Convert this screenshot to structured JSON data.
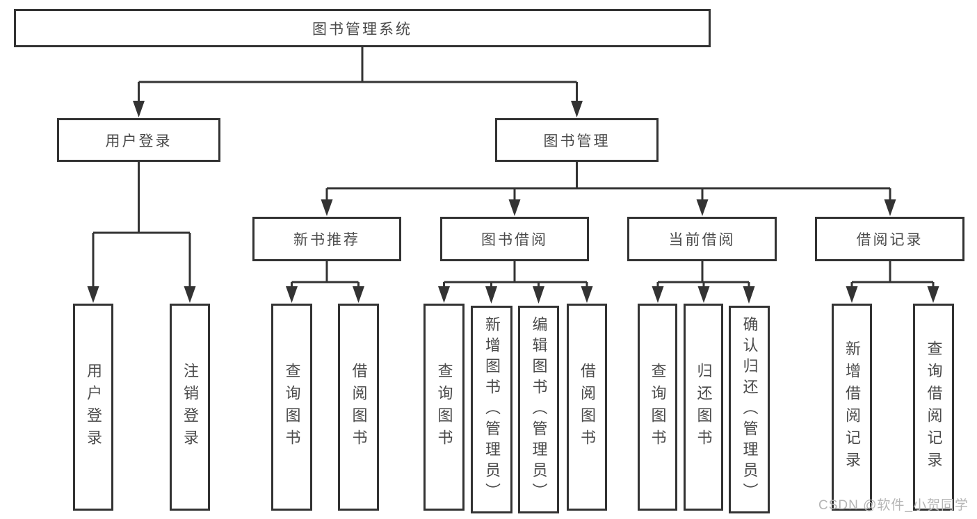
{
  "tree": {
    "root": {
      "label": "图书管理系统"
    },
    "user_login": {
      "label": "用户登录",
      "children": [
        {
          "label": "用户登录"
        },
        {
          "label": "注销登录"
        }
      ]
    },
    "book_mgmt": {
      "label": "图书管理"
    },
    "new_book_rec": {
      "label": "新书推荐",
      "children": [
        {
          "label": "查询图书"
        },
        {
          "label": "借阅图书"
        }
      ]
    },
    "book_borrow": {
      "label": "图书借阅",
      "children": [
        {
          "label": "查询图书"
        },
        {
          "label": "新增图书（管理员）"
        },
        {
          "label": "编辑图书（管理员）"
        },
        {
          "label": "借阅图书"
        }
      ]
    },
    "current_borrow": {
      "label": "当前借阅",
      "children": [
        {
          "label": "查询图书"
        },
        {
          "label": "归还图书"
        },
        {
          "label": "确认归还（管理员）"
        }
      ]
    },
    "borrow_records": {
      "label": "借阅记录",
      "children": [
        {
          "label": "新增借阅记录"
        },
        {
          "label": "查询借阅记录"
        }
      ]
    }
  },
  "watermark": {
    "text": "CSDN @软件_小贺同学"
  },
  "colors": {
    "line": "#333333",
    "text": "#4a4a4a",
    "border": "#333333",
    "watermark": "#b5b5b5",
    "background": "#ffffff"
  }
}
